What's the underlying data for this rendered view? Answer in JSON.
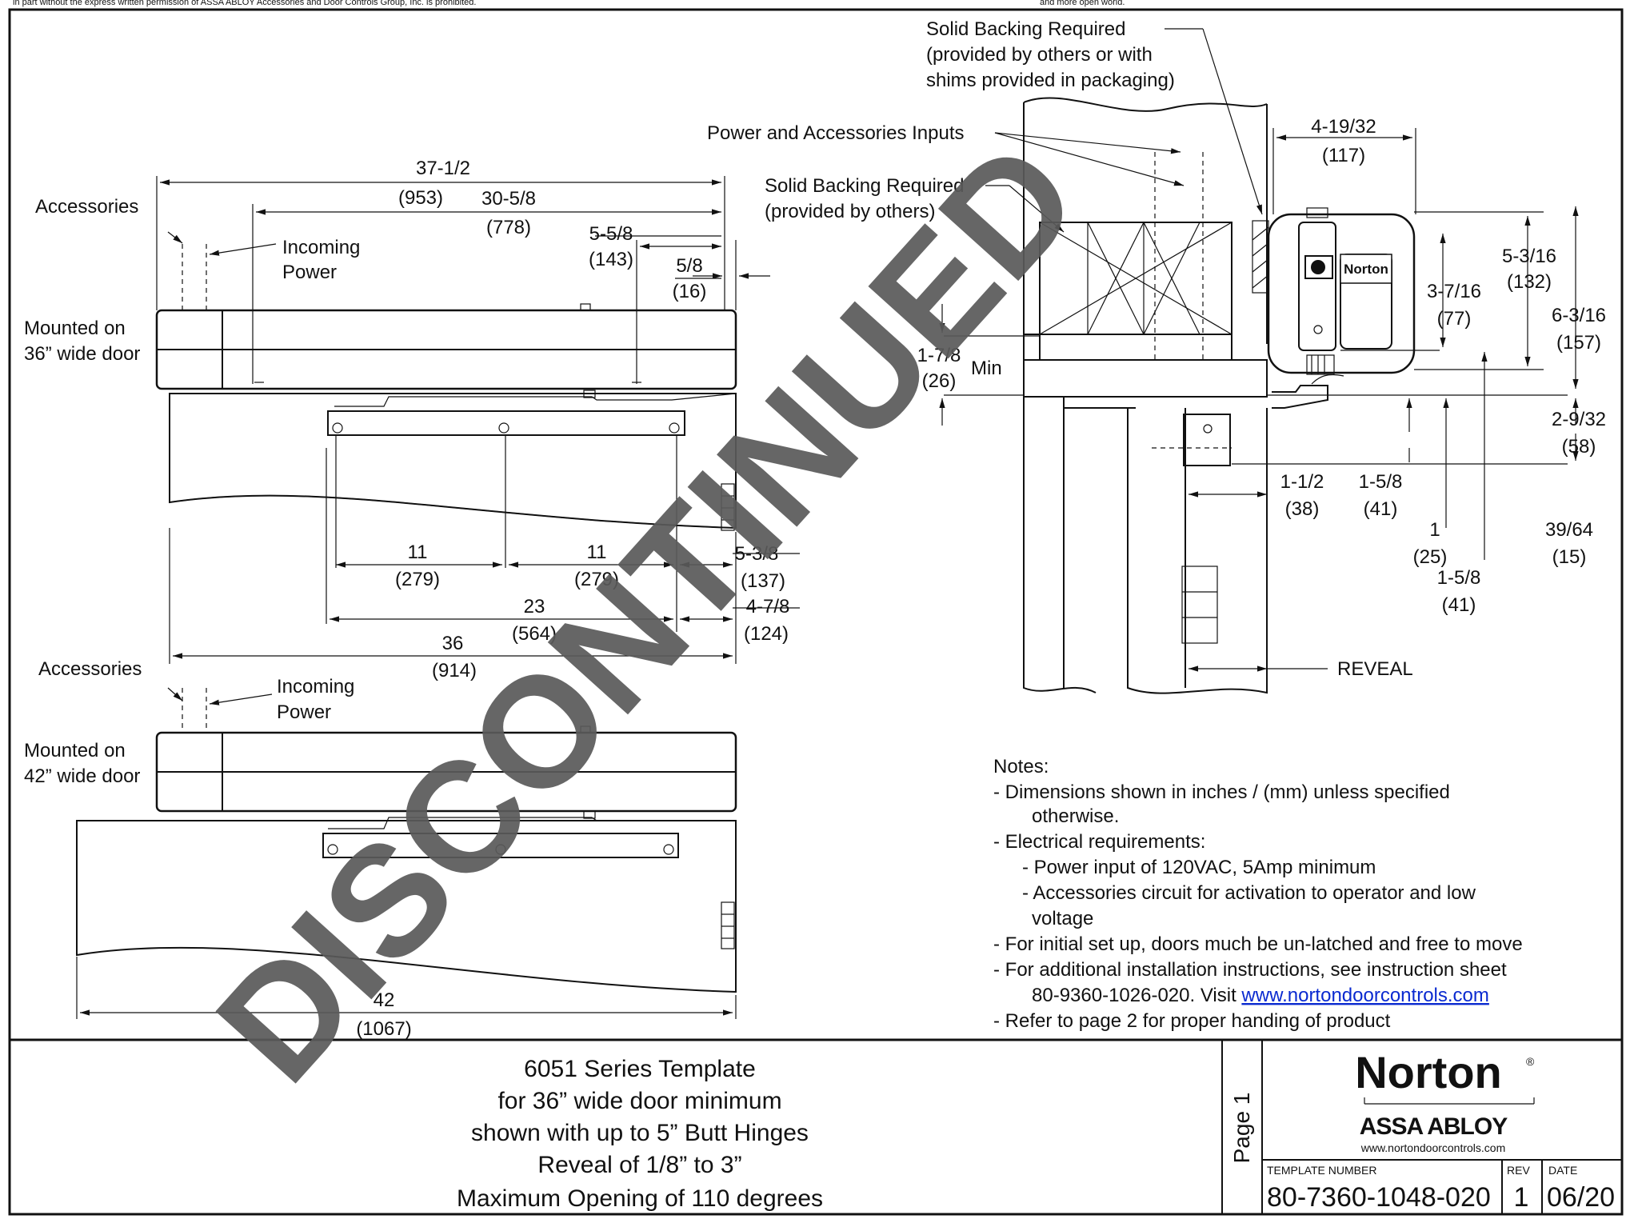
{
  "top_notice": {
    "left": "in part without the express written permission of ASSA ABLOY Accessories and Door Controls Group, Inc. is prohibited.",
    "right": "and more open world."
  },
  "watermark": "DISCONTINUED",
  "left_upper": {
    "accessories": "Accessories",
    "incoming_power": [
      "Incoming",
      "Power"
    ],
    "mounted_on": [
      "Mounted on",
      "36” wide door"
    ],
    "dims": {
      "overall": [
        "37-1/2",
        "(953)"
      ],
      "d30": [
        "30-5/8",
        "(778)"
      ],
      "d5_5_8": [
        "5-5/8",
        "(143)"
      ],
      "d5_8": [
        "5/8",
        "(16)"
      ],
      "d11a": [
        "11",
        "(279)"
      ],
      "d11b": [
        "11",
        "(279)"
      ],
      "d5_3_8": [
        "5-3/8",
        "(137)"
      ],
      "d23": [
        "23",
        "(564)"
      ],
      "d4_7_8": [
        "4-7/8",
        "(124)"
      ],
      "d36": [
        "36",
        "(914)"
      ]
    }
  },
  "left_lower": {
    "accessories": "Accessories",
    "incoming_power": [
      "Incoming",
      "Power"
    ],
    "mounted_on": [
      "Mounted on",
      "42” wide door"
    ],
    "dims": {
      "d42": [
        "42",
        "(1067)"
      ]
    }
  },
  "right_view": {
    "solid_backing_top": [
      "Solid Backing Required",
      "(provided by others or with",
      "shims provided in packaging)"
    ],
    "power_inputs": "Power and Accessories Inputs",
    "solid_backing_mid": [
      "Solid Backing Required",
      "(provided by others)"
    ],
    "brand_badge": "Norton",
    "reveal": "REVEAL",
    "dims": {
      "d4_19_32": [
        "4-19/32",
        "(117)"
      ],
      "d5_3_16": [
        "5-3/16",
        "(132)"
      ],
      "d3_7_16": [
        "3-7/16",
        "(77)"
      ],
      "d6_3_16": [
        "6-3/16",
        "(157)"
      ],
      "d1_7_8": [
        "1-7/8",
        "(26)"
      ],
      "min": "Min",
      "d2_9_32": [
        "2-9/32",
        "(58)"
      ],
      "d1_1_2": [
        "1-1/2",
        "(38)"
      ],
      "d1_5_8a": [
        "1-5/8",
        "(41)"
      ],
      "d1": [
        "1",
        "(25)"
      ],
      "d39_64": [
        "39/64",
        "(15)"
      ],
      "d1_5_8b": [
        "1-5/8",
        "(41)"
      ]
    }
  },
  "notes": {
    "heading": "Notes:",
    "lines": [
      "- Dimensions shown in inches / (mm) unless specified",
      "otherwise.",
      "- Electrical requirements:",
      "- Power input of 120VAC, 5Amp minimum",
      "- Accessories circuit for activation to operator and low",
      "voltage",
      "- For initial set up, doors much be un-latched and free to move",
      "- For additional installation instructions, see instruction sheet",
      "80-9360-1026-020. Visit ",
      "- Refer to page 2 for proper handing of product"
    ],
    "link": "www.nortondoorcontrols.com"
  },
  "title_block": {
    "title_lines": [
      "6051 Series Template",
      "for 36” wide door minimum",
      "shown with up to 5” Butt Hinges",
      "Reveal of 1/8” to 3”",
      "Maximum Opening of 110 degrees"
    ],
    "page": "Page 1",
    "brand": "Norton",
    "brand_mark": "®",
    "parent": "ASSA ABLOY",
    "website": "www.nortondoorcontrols.com",
    "template_number_label": "TEMPLATE NUMBER",
    "template_number": "80-7360-1048-020",
    "rev_label": "REV",
    "rev": "1",
    "date_label": "DATE",
    "date": "06/20"
  }
}
